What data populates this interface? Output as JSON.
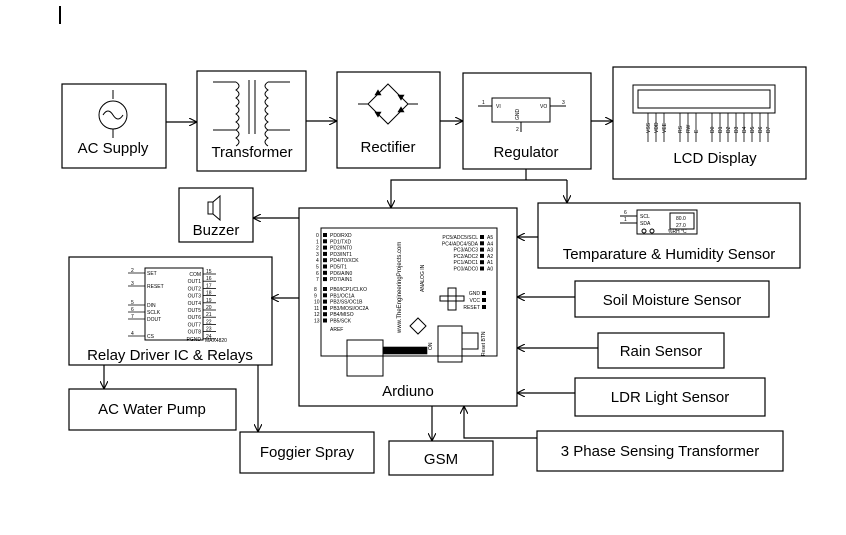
{
  "diagram": {
    "ac_supply": "AC Supply",
    "transformer": "Transformer",
    "rectifier": "Rectifier",
    "regulator": "Regulator",
    "lcd_display": "LCD Display",
    "buzzer": "Buzzer",
    "arduino": "Ardiuno",
    "temp_humidity": "Temparature & Humidity Sensor",
    "soil_moisture": "Soil Moisture Sensor",
    "rain_sensor": "Rain Sensor",
    "ldr_sensor": "LDR Light Sensor",
    "phase_sensing": "3 Phase Sensing Transformer",
    "relay_driver": "Relay Driver IC & Relays",
    "ac_pump": "AC Water Pump",
    "foggier": "Foggier Spray",
    "gsm": "GSM"
  },
  "regulator_pins": {
    "vi": "VI",
    "vo": "VO",
    "gnd": "GND",
    "p1": "1",
    "p2": "2",
    "p3": "3"
  },
  "lcd_pins": [
    "VSS",
    "VDD",
    "VEE",
    "RS",
    "RW",
    "E",
    "D0",
    "D1",
    "D2",
    "D3",
    "D4",
    "D5",
    "D6",
    "D7"
  ],
  "sensor_chip": {
    "scl": "SCL",
    "sda": "SDA",
    "p6": "6",
    "p1": "1",
    "val1": "80.0",
    "val2": "27.0",
    "units": "%RH  °C"
  },
  "relay_pins_left": [
    {
      "num": "2",
      "name": "SET"
    },
    {
      "num": "3",
      "name": "RESET"
    },
    {
      "num": "5",
      "name": "DIN"
    },
    {
      "num": "6",
      "name": "SCLK"
    },
    {
      "num": "7",
      "name": "DOUT"
    },
    {
      "num": "4",
      "name": "CS"
    }
  ],
  "relay_pins_right": [
    "COM",
    "OUT1",
    "OUT2",
    "OUT3",
    "OUT4",
    "OUT5",
    "OUT6",
    "OUT7",
    "OUT8",
    "PGND"
  ],
  "relay_nums_right": [
    "15",
    "16",
    "17",
    "18",
    "19",
    "20",
    "21",
    "22",
    "23",
    "24"
  ],
  "relay_part": "MAX4820",
  "arduino_left_pins": [
    "PD0/RXD",
    "PD1/TXD",
    "PD2/INT0",
    "PD3/INT1",
    "PD4/T0/XCK",
    "PD5/T1",
    "PD6/AIN0",
    "PD7/AIN1"
  ],
  "arduino_left_nums": [
    "0",
    "1",
    "2",
    "3",
    "4",
    "5",
    "6",
    "7"
  ],
  "arduino_left_pins_b": [
    "PB0/ICP1/CLKO",
    "PB1/OC1A",
    "PB2/SS/OC1B",
    "PB3/MOSI/OC2A",
    "PB4/MISO",
    "PB5/SCK"
  ],
  "arduino_left_nums_b": [
    "8",
    "9",
    "10",
    "11",
    "12",
    "13"
  ],
  "arduino_aref": "AREF",
  "arduino_right_pins": [
    "PC5/ADC5/SCL",
    "PC4/ADC4/SDA",
    "PC3/ADC3",
    "PC2/ADC2",
    "PC1/ADC1",
    "PC0/ADC0"
  ],
  "arduino_analog": [
    "A5",
    "A4",
    "A3",
    "A2",
    "A1",
    "A0"
  ],
  "arduino_power": [
    "GND",
    "VCC",
    "RESET"
  ],
  "arduino_vertical": "www.TheEngineeringProjects.com",
  "arduino_analog_in": "ANALOG IN",
  "arduino_reset_btn": "Reset BTN",
  "arduino_on": "ON"
}
